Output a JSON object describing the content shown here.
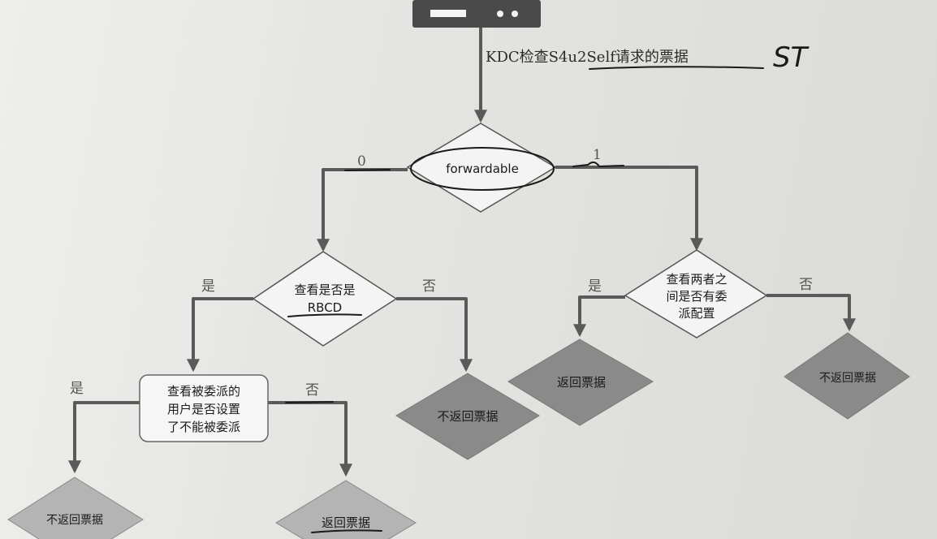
{
  "diagram": {
    "top_annotation": "KDC检查S4u2Self请求的票据",
    "handwritten_note": "ST",
    "forwardable_node": "forwardable",
    "edge_0": "0",
    "edge_1": "1",
    "rbcd_node": [
      "查看是否是",
      "RBCD"
    ],
    "deleg_config_node": [
      "查看两者之",
      "间是否有委",
      "派配置"
    ],
    "sensitive_node": [
      "查看被委派的",
      "用户是否设置",
      "了不能被委派"
    ],
    "yes": "是",
    "no": "否",
    "return_ticket": "返回票据",
    "no_return_ticket": "不返回票据"
  },
  "colors": {
    "arrow": "#5a5a5a",
    "dark_diamond": "#8a8a8a",
    "light_diamond": "#b4b4b4",
    "server": "#4a4a4a"
  }
}
